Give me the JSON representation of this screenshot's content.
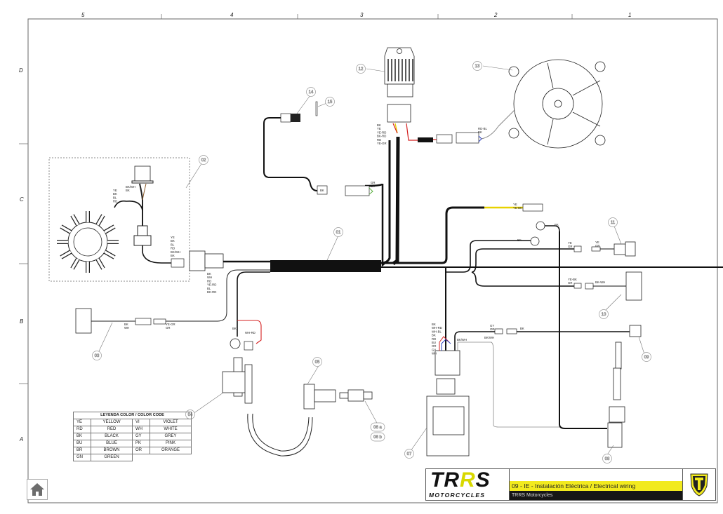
{
  "document": {
    "title": "09 - IE - Instalación Eléctrica / Electrical wiring",
    "subtitle": "TRRS Motorcycles",
    "brand": {
      "logo_text_main_1": "TR",
      "logo_text_main_2": "R",
      "logo_text_main_3": "S",
      "logo_text_sub": "MOTORCYCLES"
    },
    "colors": {
      "accent_yellow": "#f2ea1e",
      "wire_black": "#111111",
      "wire_red": "#d42020",
      "wire_yellow": "#e8d200",
      "wire_blue": "#2a3fc0",
      "wire_green": "#5ab040",
      "wire_brown": "#8a5a2a"
    }
  },
  "grid": {
    "columns": [
      "5",
      "4",
      "3",
      "2",
      "1"
    ],
    "rows": [
      "D",
      "C",
      "B",
      "A"
    ]
  },
  "callouts": {
    "c01": "01",
    "c02": "02",
    "c03": "03",
    "c04": "04",
    "c05": "05",
    "c06a": "06 a",
    "c06b": "06 b",
    "c07": "07",
    "c08": "08",
    "c09": "09",
    "c10": "10",
    "c11": "11",
    "c12": "12",
    "c13": "13",
    "c14": "14",
    "c15": "15"
  },
  "wire_labels": {
    "regulator": [
      "BK",
      "YE",
      "YE-RD",
      "BK-RD",
      "RD",
      "YE-GR"
    ],
    "fan": [
      "RD-BL",
      "BK"
    ],
    "sensor14": [
      "BK"
    ],
    "sensor14b": [
      "GR",
      "BK"
    ],
    "stator_top": [
      "BK/WH",
      "BK"
    ],
    "stator": [
      "YE",
      "BK",
      "BL",
      "RD"
    ],
    "stator_out": [
      "YE",
      "BK",
      "BL",
      "RD",
      "BK/WH",
      "BK"
    ],
    "main_conn": [
      "BK",
      "WH",
      "RD",
      "YE-RD",
      "BL",
      "BK-RD"
    ],
    "conn03": [
      "BK",
      "WH"
    ],
    "conn03b": [
      "YE-GR",
      "GR"
    ],
    "ground": [
      "BK"
    ],
    "coil": [
      "WH-RD"
    ],
    "ignition_top": [
      "YE",
      "YE-BK"
    ],
    "ring1": [
      "BK"
    ],
    "ring2": [
      "BK"
    ],
    "sw11a": [
      "YE",
      "GR"
    ],
    "sw11b": [
      "YE",
      "GR"
    ],
    "conn10a": [
      "YE-BK",
      "GR"
    ],
    "conn10b": [
      "BK-WH"
    ],
    "cdi": [
      "BK",
      "WH-RD",
      "WH-BL",
      "BK",
      "RD",
      "BU",
      "OR",
      "GY",
      "WH"
    ],
    "cdi_r1": [
      "GY",
      "OR"
    ],
    "cdi_r2": [
      "BK"
    ],
    "cdi_r3": [
      "BK/WH"
    ],
    "cdi_r4": [
      "BK/WH"
    ]
  },
  "legend": {
    "title": "LEYENDA COLOR / COLOR CODE",
    "rows": [
      {
        "code1": "YE",
        "name1": "YELLOW",
        "code2": "VI",
        "name2": "VIOLET"
      },
      {
        "code1": "RD",
        "name1": "RED",
        "code2": "WH",
        "name2": "WHITE"
      },
      {
        "code1": "BK",
        "name1": "BLACK",
        "code2": "GY",
        "name2": "GREY"
      },
      {
        "code1": "BU",
        "name1": "BLUE",
        "code2": "PK",
        "name2": "PINK"
      },
      {
        "code1": "BR",
        "name1": "BROWN",
        "code2": "OR",
        "name2": "ORANGE"
      },
      {
        "code1": "GN",
        "name1": "GREEN",
        "code2": "",
        "name2": ""
      }
    ]
  },
  "nav": {
    "home_icon": "home-icon"
  }
}
